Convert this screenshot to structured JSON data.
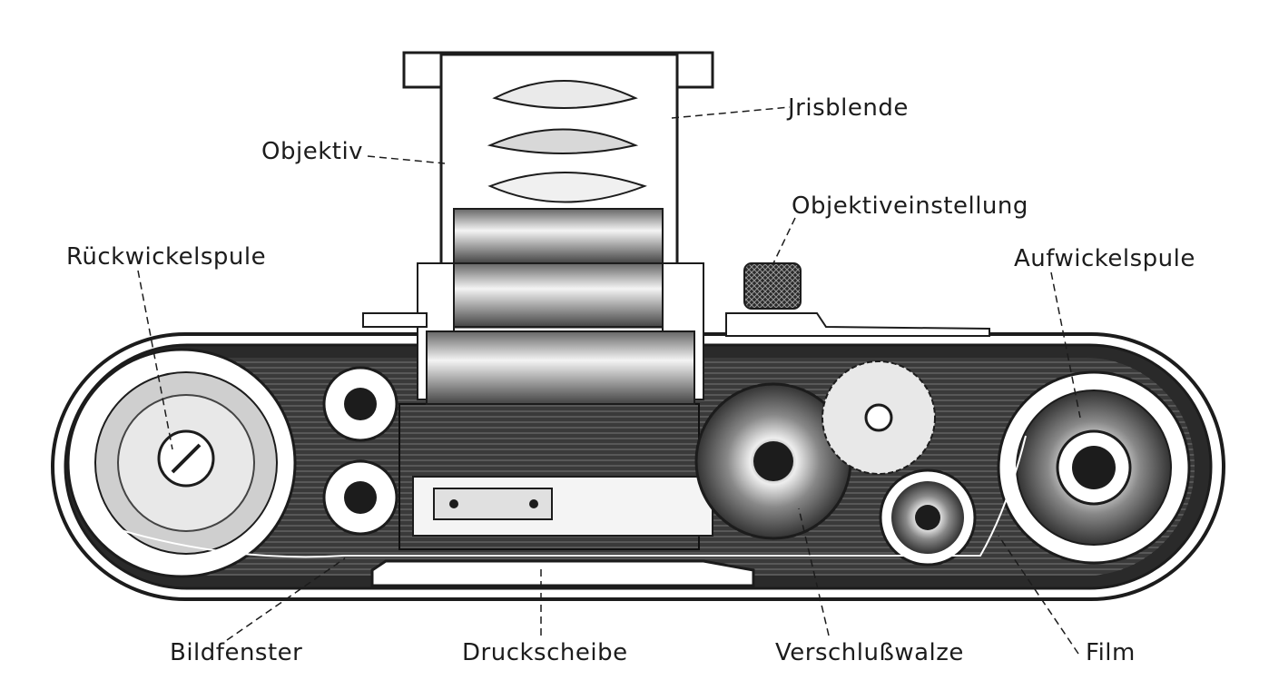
{
  "diagram": {
    "type": "technical cutaway illustration",
    "subject": "camera cross-section (top view)",
    "labels": {
      "objektiv": "Objektiv",
      "irisblende": "Jrisblende",
      "objektiveinstellung": "Objektiveinstellung",
      "rueckwickelspule": "Rückwickelspule",
      "aufwickelspule": "Aufwickelspule",
      "bildfenster": "Bildfenster",
      "druckscheibe": "Druckscheibe",
      "verschlusswalze": "Verschlußwalze",
      "film": "Film"
    },
    "colors": {
      "ink": "#1c1c1c",
      "paper": "#ffffff",
      "mid": "#6a6a6a",
      "light": "#d8d8d8"
    }
  }
}
